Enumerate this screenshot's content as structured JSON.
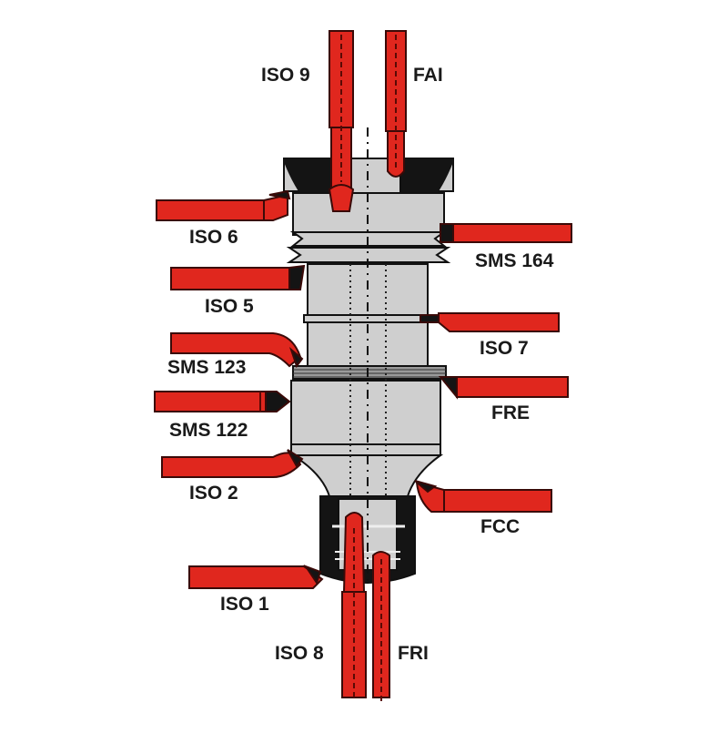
{
  "diagram": {
    "type": "lathe turning tool chart",
    "colors": {
      "tool": "#e0271e",
      "tool_outline": "#3a0a08",
      "workpiece": "#cfcfcf",
      "chuck_black": "#141414",
      "background": "#ffffff"
    },
    "tools": [
      {
        "id": "iso9",
        "label": "ISO 9",
        "side": "top"
      },
      {
        "id": "fai",
        "label": "FAI",
        "side": "top"
      },
      {
        "id": "iso6",
        "label": "ISO 6",
        "side": "left"
      },
      {
        "id": "sms164",
        "label": "SMS 164",
        "side": "right"
      },
      {
        "id": "iso5",
        "label": "ISO 5",
        "side": "left"
      },
      {
        "id": "iso7",
        "label": "ISO 7",
        "side": "right"
      },
      {
        "id": "sms123",
        "label": "SMS 123",
        "side": "left"
      },
      {
        "id": "fre",
        "label": "FRE",
        "side": "right"
      },
      {
        "id": "sms122",
        "label": "SMS 122",
        "side": "left"
      },
      {
        "id": "iso2",
        "label": "ISO 2",
        "side": "left"
      },
      {
        "id": "fcc",
        "label": "FCC",
        "side": "right"
      },
      {
        "id": "iso1",
        "label": "ISO 1",
        "side": "left"
      },
      {
        "id": "iso8",
        "label": "ISO 8",
        "side": "bottom"
      },
      {
        "id": "fri",
        "label": "FRI",
        "side": "bottom"
      }
    ]
  }
}
